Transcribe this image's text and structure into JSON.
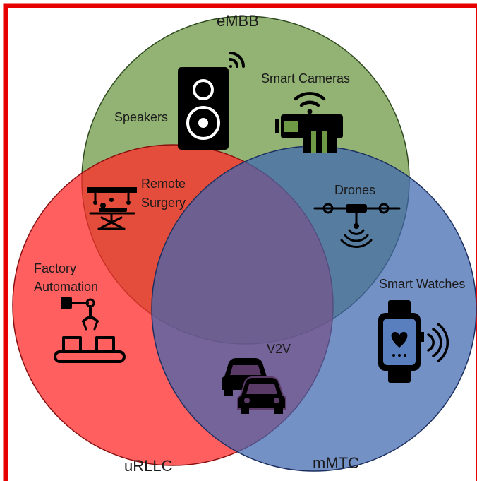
{
  "sets": {
    "embb": "eMBB",
    "urllc": "uRLLC",
    "mmtc": "mMTC"
  },
  "items": {
    "speakers": "Speakers",
    "smart_cameras": "Smart Cameras",
    "remote_surgery_line1": "Remote",
    "remote_surgery_line2": "Surgery",
    "drones": "Drones",
    "factory_line1": "Factory",
    "factory_line2": "Automation",
    "smart_watches": "Smart Watches",
    "v2v": "V2V"
  },
  "colors": {
    "embb_fill": "#8fb36a",
    "urllc_fill": "#ff3b3b",
    "mmtc_fill": "#5a7fbf",
    "frame": "#e60000",
    "icon": "#000000"
  },
  "icons": [
    "speaker-icon",
    "wifi-icon",
    "camera-icon",
    "surgery-icon",
    "drone-icon",
    "robot-arm-icon",
    "smartwatch-icon",
    "cars-icon"
  ]
}
